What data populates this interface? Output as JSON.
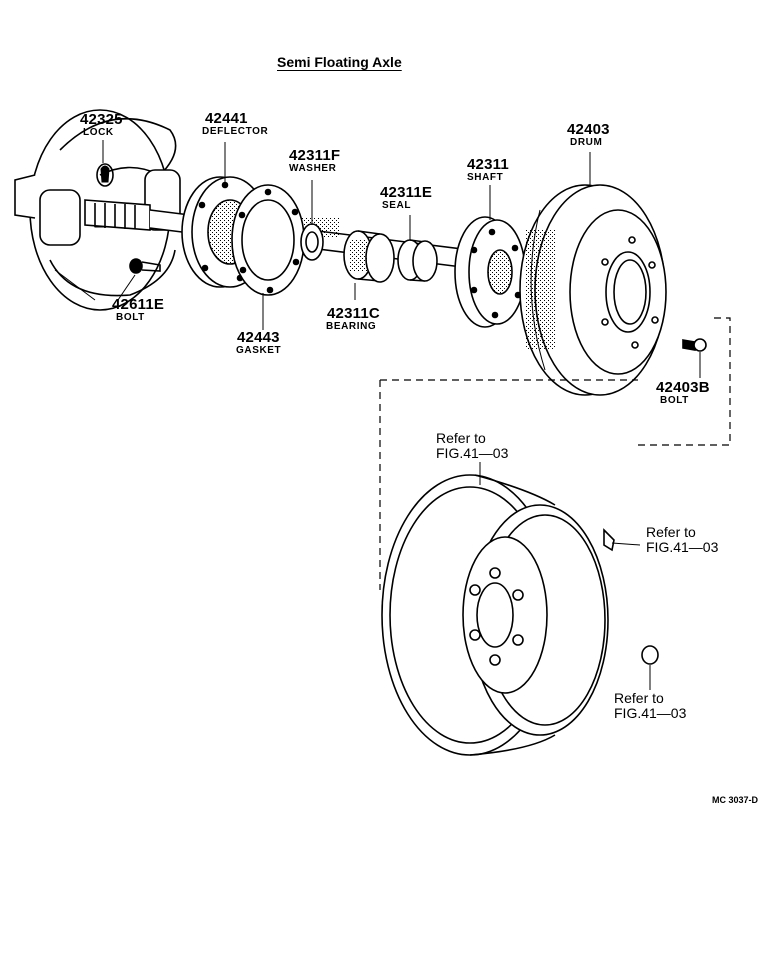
{
  "title": "Semi Floating Axle",
  "parts": [
    {
      "id": "lock",
      "number": "42325",
      "name": "LOCK"
    },
    {
      "id": "deflector",
      "number": "42441",
      "name": "DEFLECTOR"
    },
    {
      "id": "washer",
      "number": "42311F",
      "name": "WASHER"
    },
    {
      "id": "seal",
      "number": "42311E",
      "name": "SEAL"
    },
    {
      "id": "shaft",
      "number": "42311",
      "name": "SHAFT"
    },
    {
      "id": "drum",
      "number": "42403",
      "name": "DRUM"
    },
    {
      "id": "bolt1",
      "number": "42611E",
      "name": "BOLT"
    },
    {
      "id": "gasket",
      "number": "42443",
      "name": "GASKET"
    },
    {
      "id": "bearing",
      "number": "42311C",
      "name": "BEARING"
    },
    {
      "id": "bolt2",
      "number": "42403B",
      "name": "BOLT"
    }
  ],
  "references": [
    {
      "line1": "Refer to",
      "line2": "FIG.41—03"
    },
    {
      "line1": "Refer to",
      "line2": "FIG.41—03"
    },
    {
      "line1": "Refer to",
      "line2": "FIG.41—03"
    }
  ],
  "code": "MC 3037-D"
}
